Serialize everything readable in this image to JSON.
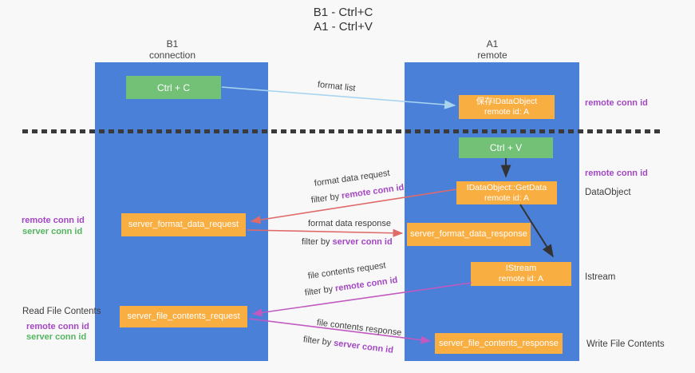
{
  "title": {
    "line1": "B1 - Ctrl+C",
    "line2": "A1 - Ctrl+V"
  },
  "lanes": {
    "left": {
      "name": "B1",
      "sub": "connection"
    },
    "right": {
      "name": "A1",
      "sub": "remote"
    }
  },
  "nodes": {
    "ctrl_c": "Ctrl + C",
    "ctrl_v": "Ctrl + V",
    "save_idataobject": {
      "line1": "保存IDataObject",
      "line2": "remote id: A"
    },
    "getdata": {
      "line1": "IDataObject::GetData",
      "line2": "remote id: A"
    },
    "istream": {
      "line1": "IStream",
      "line2": "remote id: A"
    },
    "server_format_data_request": "server_format_data_request",
    "server_format_data_response": "server_format_data_response",
    "server_file_contents_request": "server_file_contents_request",
    "server_file_contents_response": "server_file_contents_response"
  },
  "edge_labels": {
    "format_list": "format list",
    "format_data_request": "format data request",
    "format_data_response": "format data response",
    "file_contents_request": "file contents request",
    "file_contents_response": "file contents response",
    "filter_by": "filter by ",
    "remote_conn_id": "remote conn id",
    "server_conn_id": "server conn id"
  },
  "side_labels": {
    "remote_conn_id_top": "remote conn id",
    "remote_conn_id_mid": "remote conn id",
    "dataobject": "DataObject",
    "istream": "Istream",
    "write_file_contents": "Write File Contents",
    "read_file_contents": "Read File Contents",
    "left_remote_conn_id_1": "remote conn id",
    "left_server_conn_id_1": "server conn id",
    "left_remote_conn_id_2": "remote conn id",
    "left_server_conn_id_2": "server conn id"
  },
  "colors": {
    "lane_blue": "#4a80d8",
    "box_green": "#73c077",
    "box_orange": "#f9ae42",
    "arrow_lightblue": "#a9d4f0",
    "arrow_red": "#e06a6a",
    "arrow_magenta": "#c159c1",
    "arrow_black": "#333333",
    "text_purple": "#a347c2",
    "text_green": "#53b55e"
  }
}
